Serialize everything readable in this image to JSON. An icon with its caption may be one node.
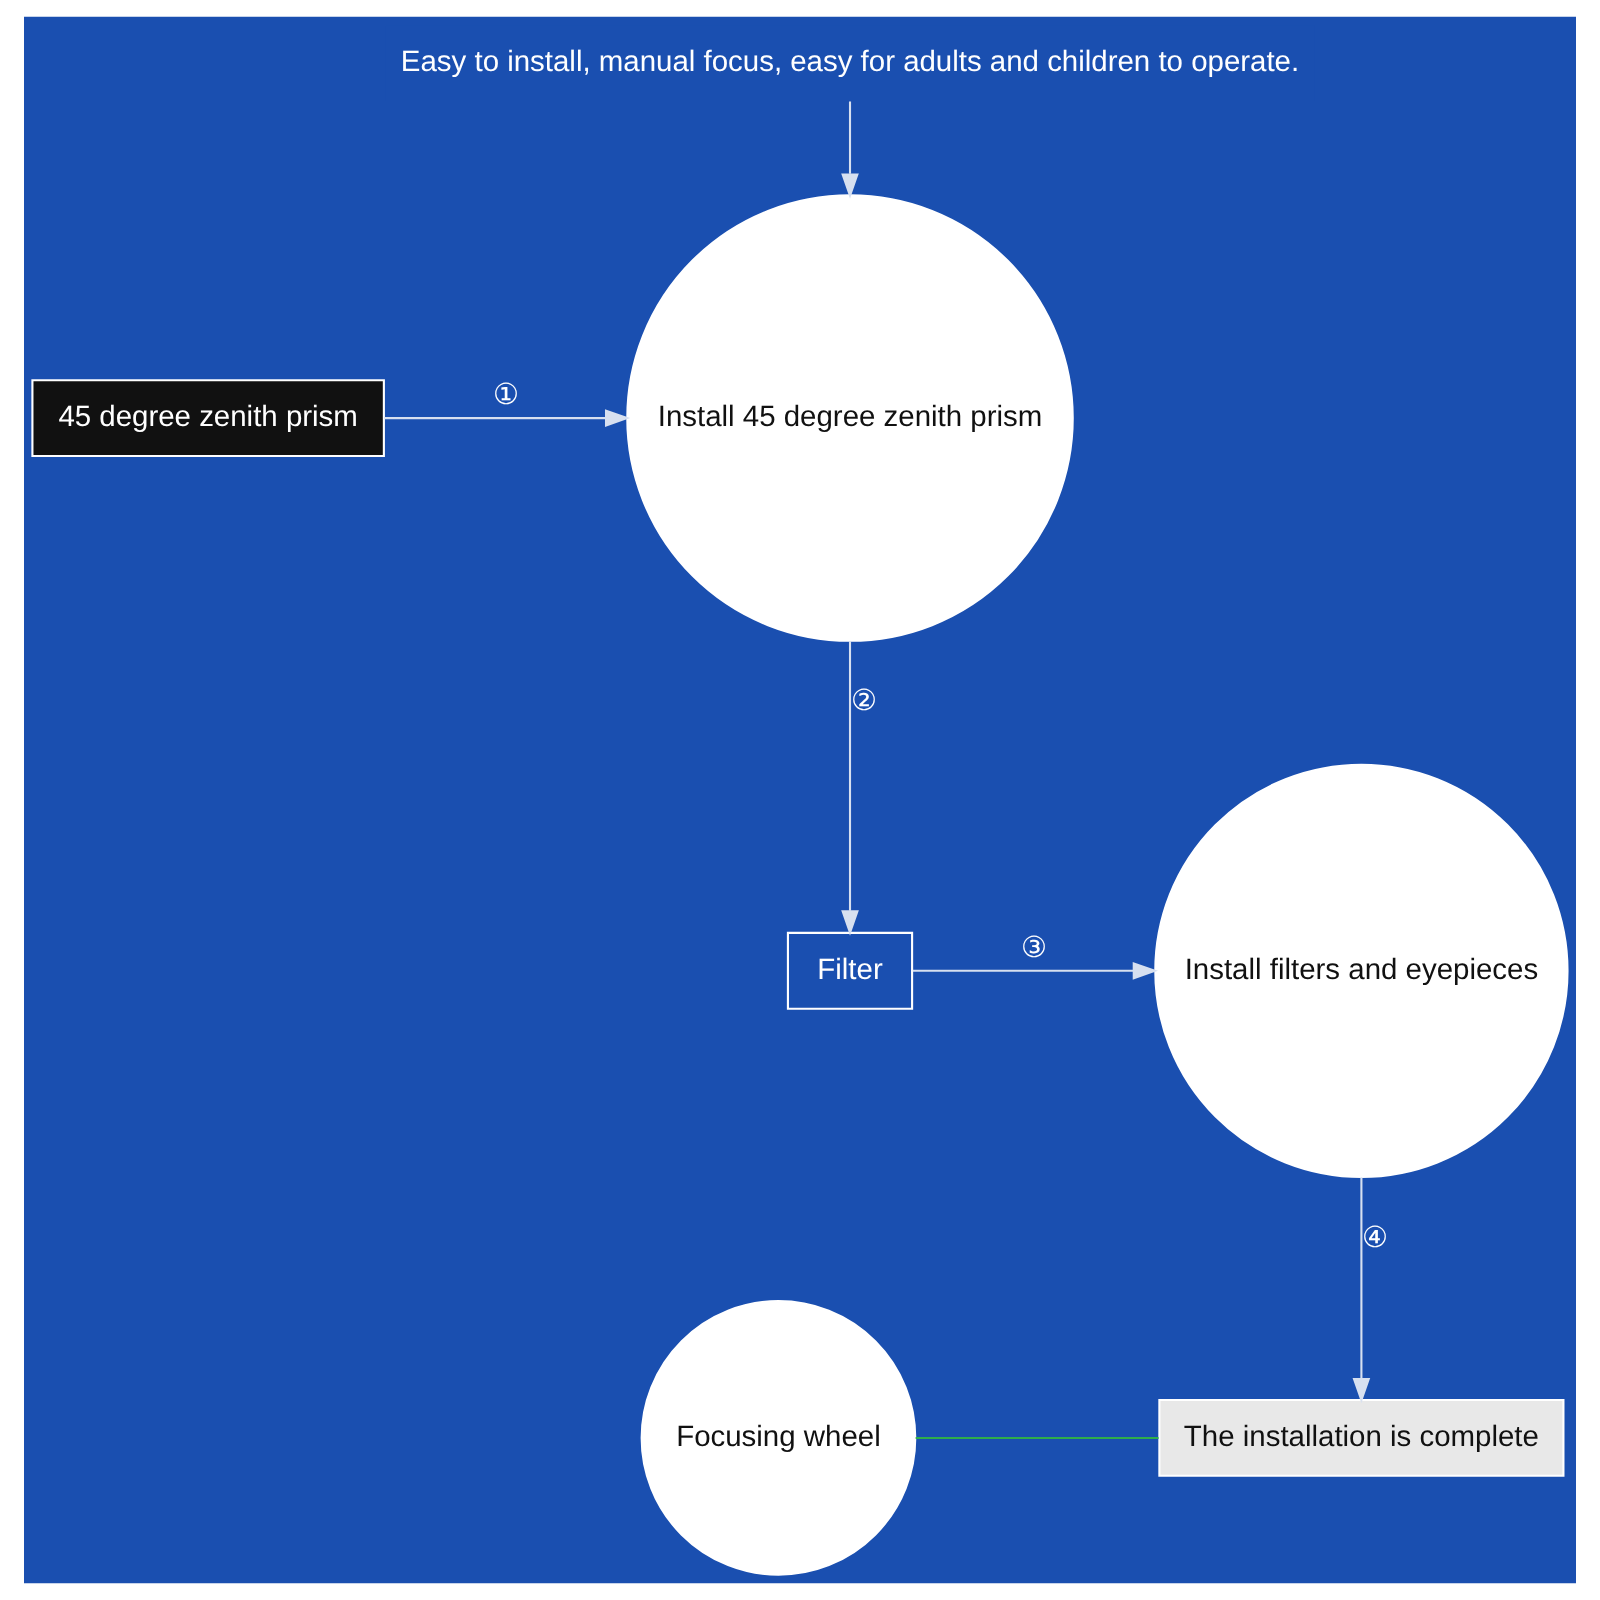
{
  "diagram": {
    "nodes": [
      {
        "text": [
          "45 degree zenith prism"
        ]
      },
      {
        "text": [
          "Install 45 degree zenith prism"
        ]
      },
      {
        "text": [
          "Filter"
        ]
      },
      {
        "text": [
          "Install filters and eyepieces"
        ]
      },
      {
        "text": [
          "The installation is complete"
        ]
      },
      {
        "text": [
          "Focusing wheel"
        ]
      },
      {
        "text": [
          "Easy to install, manual focus, easy for adults and children to operate."
        ]
      }
    ],
    "edges": [
      {
        "from": 6,
        "to": 1,
        "arrow": "to"
      },
      {
        "from": 0,
        "to": 1,
        "arrow": "to",
        "label": "①"
      },
      {
        "from": 1,
        "to": 2,
        "arrow": "to",
        "label": "②"
      },
      {
        "from": 2,
        "to": 3,
        "arrow": "to",
        "label": "③"
      },
      {
        "from": 3,
        "to": 4,
        "arrow": "to",
        "label": "④"
      },
      {
        "from": 5,
        "to": 4,
        "arrow": "none",
        "color": "#2fae4a"
      }
    ]
  }
}
